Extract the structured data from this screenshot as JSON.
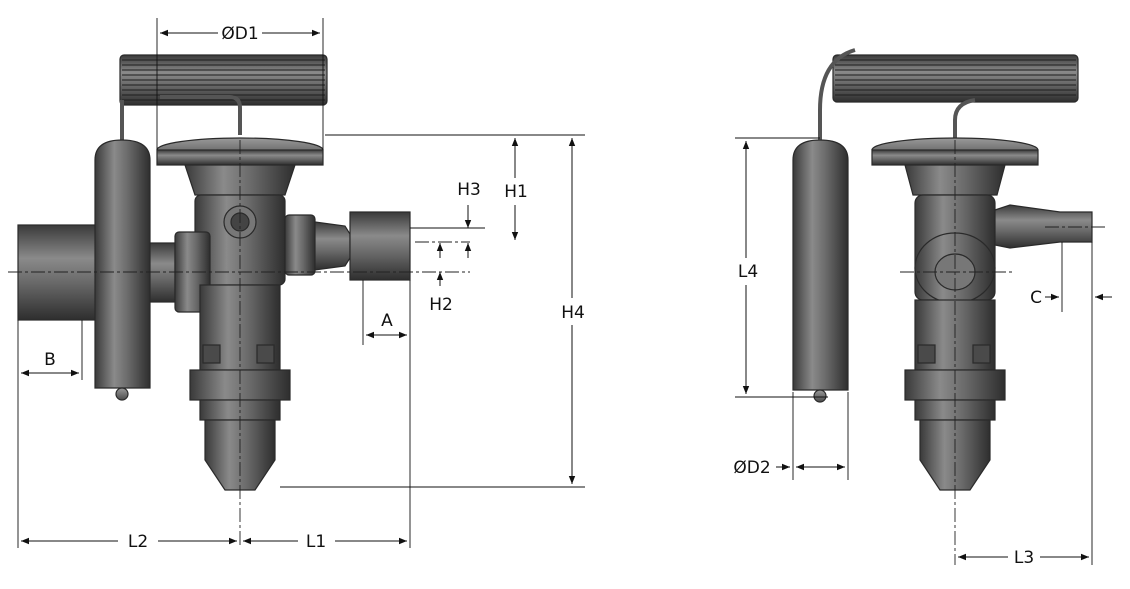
{
  "dimensions": {
    "front": {
      "D1": "ØD1",
      "H1": "H1",
      "H2": "H2",
      "H3": "H3",
      "H4": "H4",
      "A": "A",
      "B": "B",
      "L1": "L1",
      "L2": "L2"
    },
    "side": {
      "L4": "L4",
      "D2": "ØD2",
      "C": "C",
      "L3": "L3"
    }
  }
}
